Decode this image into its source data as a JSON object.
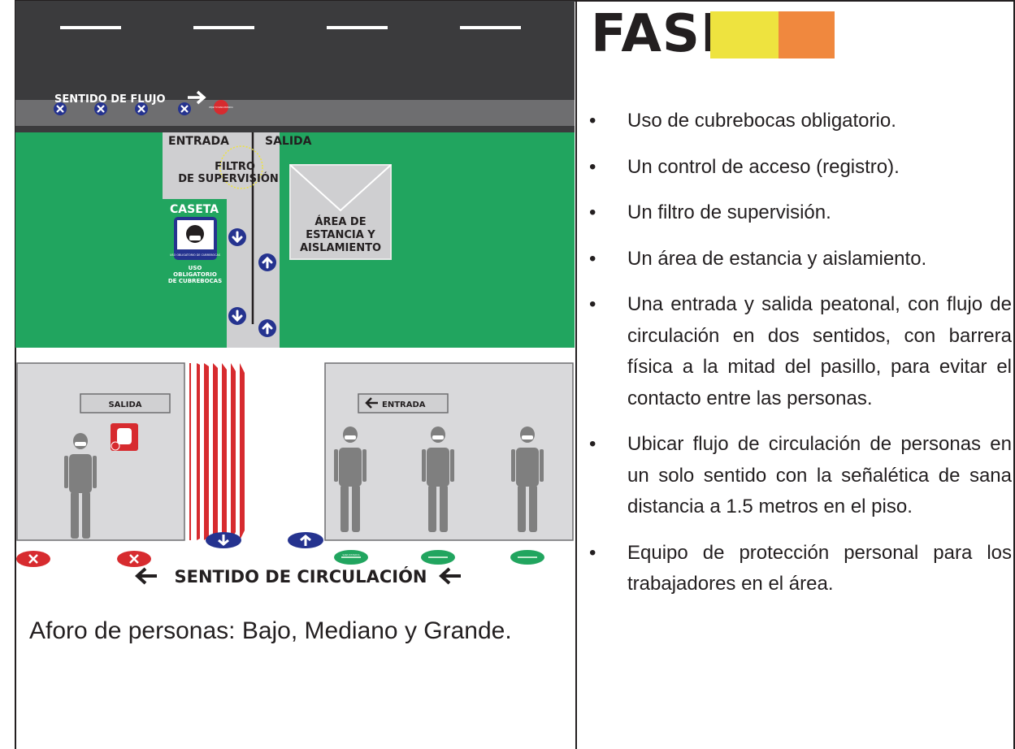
{
  "figure": {
    "road_direction_label": "SENTIDO DE FLUJO",
    "red_sign_label": "DEJAR TU SANA DISTANCIA",
    "entrada_label": "ENTRADA",
    "salida_label": "SALIDA",
    "filtro_line1": "FILTRO",
    "filtro_line2": "DE SUPERVISIÓN",
    "caseta_label": "CASETA",
    "mask_sign_text": "USO OBLIGATORIO DE CUBREBOCAS",
    "mask_caption_line1": "USO",
    "mask_caption_line2": "OBLIGATORIO",
    "mask_caption_line3": "DE CUBREBOCAS",
    "area_line1": "ÁREA DE",
    "area_line2": "ESTANCIA Y",
    "area_line3": "AISLAMIENTO",
    "salida_sign": "SALIDA",
    "entrada_sign": "ENTRADA",
    "floor_marker_text": "SANA DISTANCIA",
    "circulation_label": "SENTIDO DE CIRCULACIÓN",
    "colors": {
      "road": "#3b3b3d",
      "grass": "#21a55f",
      "walkway": "#cfcfd1",
      "arrow_blue": "#25338f",
      "stripe_red": "#d72b2f"
    }
  },
  "caption": "Aforo de personas: Bajo, Mediano y Grande.",
  "phase": {
    "title": "FASE",
    "colors": [
      "#eee33f",
      "#f0883e"
    ]
  },
  "rules": {
    "bullet": "•",
    "items": [
      "Uso de cubrebocas obligatorio.",
      "Un control de acceso (registro).",
      "Un filtro de supervisión.",
      "Un área de estancia y aislamiento.",
      "Una entrada y salida peatonal, con flujo de circulación en dos sentidos, con barrera física a la mitad del pasillo, para evitar el contacto entre las personas.",
      "Ubicar flujo de circulación de personas en un solo sentido con la señalética de sana distancia a 1.5 metros en el piso.",
      "Equipo de protección personal para los trabajadores en el área."
    ]
  }
}
